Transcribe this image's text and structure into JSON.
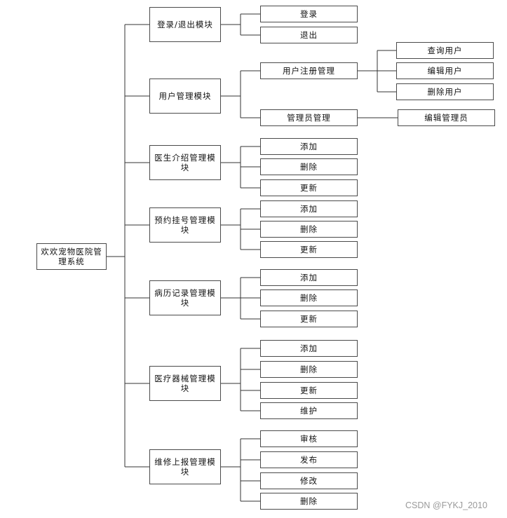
{
  "root": {
    "label": "欢欢宠物医院管理系统"
  },
  "modules": [
    {
      "label": "登录/退出模块",
      "children": [
        {
          "label": "登录"
        },
        {
          "label": "退出"
        }
      ]
    },
    {
      "label": "用户管理模块",
      "children": [
        {
          "label": "用户注册管理",
          "children": [
            {
              "label": "查询用户"
            },
            {
              "label": "编辑用户"
            },
            {
              "label": "删除用户"
            }
          ]
        },
        {
          "label": "管理员管理",
          "children": [
            {
              "label": "编辑管理员"
            }
          ]
        }
      ]
    },
    {
      "label": "医生介绍管理模块",
      "children": [
        {
          "label": "添加"
        },
        {
          "label": "删除"
        },
        {
          "label": "更新"
        }
      ]
    },
    {
      "label": "预约挂号管理模块",
      "children": [
        {
          "label": "添加"
        },
        {
          "label": "删除"
        },
        {
          "label": "更新"
        }
      ]
    },
    {
      "label": "病历记录管理模块",
      "children": [
        {
          "label": "添加"
        },
        {
          "label": "删除"
        },
        {
          "label": "更新"
        }
      ]
    },
    {
      "label": "医疗器械管理模块",
      "children": [
        {
          "label": "添加"
        },
        {
          "label": "删除"
        },
        {
          "label": "更新"
        },
        {
          "label": "维护"
        }
      ]
    },
    {
      "label": "维修上报管理模块",
      "children": [
        {
          "label": "审核"
        },
        {
          "label": "发布"
        },
        {
          "label": "修改"
        },
        {
          "label": "删除"
        }
      ]
    }
  ],
  "watermark": "CSDN @FYKJ_2010"
}
